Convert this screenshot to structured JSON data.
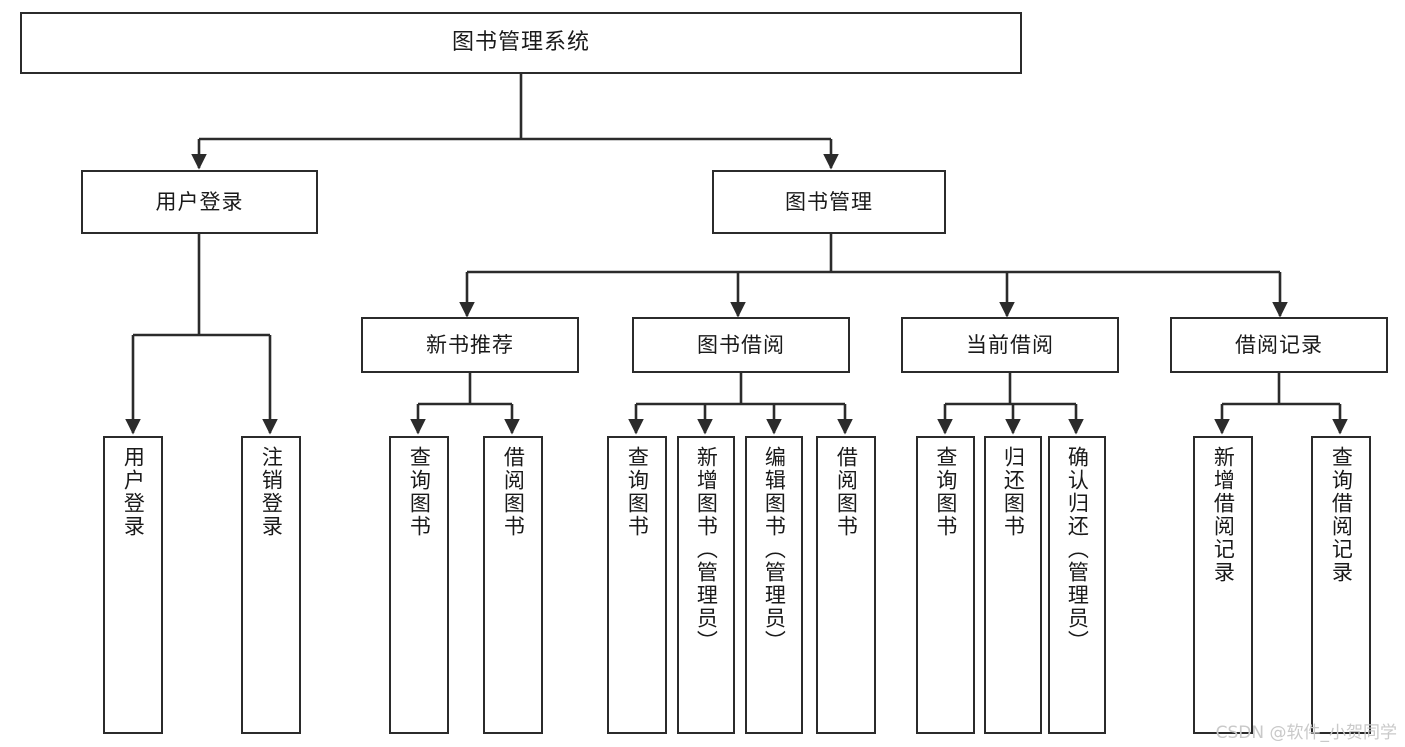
{
  "diagram": {
    "title": "图书管理系统",
    "type": "tree-hierarchy-chart",
    "stroke_color": "#2b2b2b",
    "fill_color": "#ffffff",
    "background_color": "#ffffff"
  },
  "nodes": {
    "root": {
      "label": "图书管理系统"
    },
    "level1": [
      {
        "id": "user-login",
        "label": "用户登录"
      },
      {
        "id": "book-management",
        "label": "图书管理"
      }
    ],
    "level2": [
      {
        "id": "new-book-recommend",
        "label": "新书推荐"
      },
      {
        "id": "book-borrow",
        "label": "图书借阅"
      },
      {
        "id": "current-borrow",
        "label": "当前借阅"
      },
      {
        "id": "borrow-record",
        "label": "借阅记录"
      }
    ],
    "leaves": {
      "user_login": [
        {
          "id": "leaf-user-login",
          "label": "用户登录"
        },
        {
          "id": "leaf-logout-login",
          "label": "注销登录"
        }
      ],
      "new_book_recommend": [
        {
          "id": "leaf-query-book-1",
          "label": "查询图书"
        },
        {
          "id": "leaf-borrow-book-1",
          "label": "借阅图书"
        }
      ],
      "book_borrow": [
        {
          "id": "leaf-query-book-2",
          "label": "查询图书"
        },
        {
          "id": "leaf-add-book",
          "label": "新增图书（管理员）"
        },
        {
          "id": "leaf-edit-book",
          "label": "编辑图书（管理员）"
        },
        {
          "id": "leaf-borrow-book-2",
          "label": "借阅图书"
        }
      ],
      "current_borrow": [
        {
          "id": "leaf-query-book-3",
          "label": "查询图书"
        },
        {
          "id": "leaf-return-book",
          "label": "归还图书"
        },
        {
          "id": "leaf-confirm-return",
          "label": "确认归还（管理员）"
        }
      ],
      "borrow_record": [
        {
          "id": "leaf-add-record",
          "label": "新增借阅记录"
        },
        {
          "id": "leaf-query-record",
          "label": "查询借阅记录"
        }
      ]
    }
  },
  "watermark": {
    "text": "CSDN @软件_小贺同学"
  }
}
